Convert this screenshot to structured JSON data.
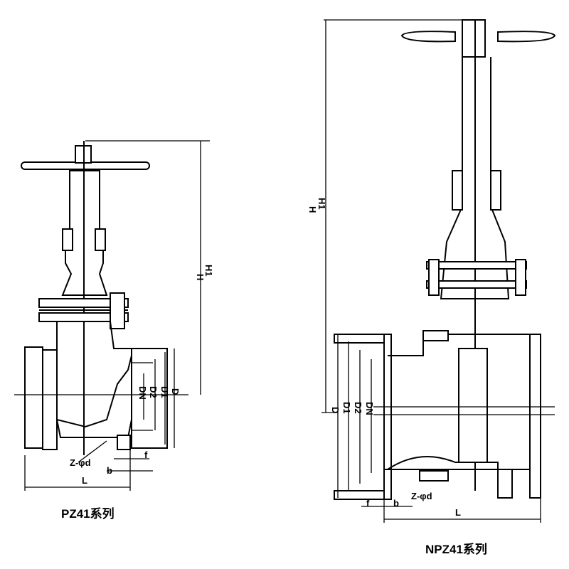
{
  "left_drawing": {
    "caption": "PZ41系列",
    "labels": {
      "H": "H",
      "H1": "H1",
      "DN": "DN",
      "D2": "D2",
      "D1": "D1",
      "D": "D",
      "bolts": "Z-φd",
      "b": "b",
      "f": "f",
      "L": "L"
    }
  },
  "right_drawing": {
    "caption": "NPZ41系列",
    "labels": {
      "H": "H",
      "H1": "H1",
      "D": "D",
      "D1": "D1",
      "D2": "D2",
      "DN": "DN",
      "bolts": "Z-φd",
      "f": "f",
      "b": "b",
      "L": "L"
    }
  }
}
